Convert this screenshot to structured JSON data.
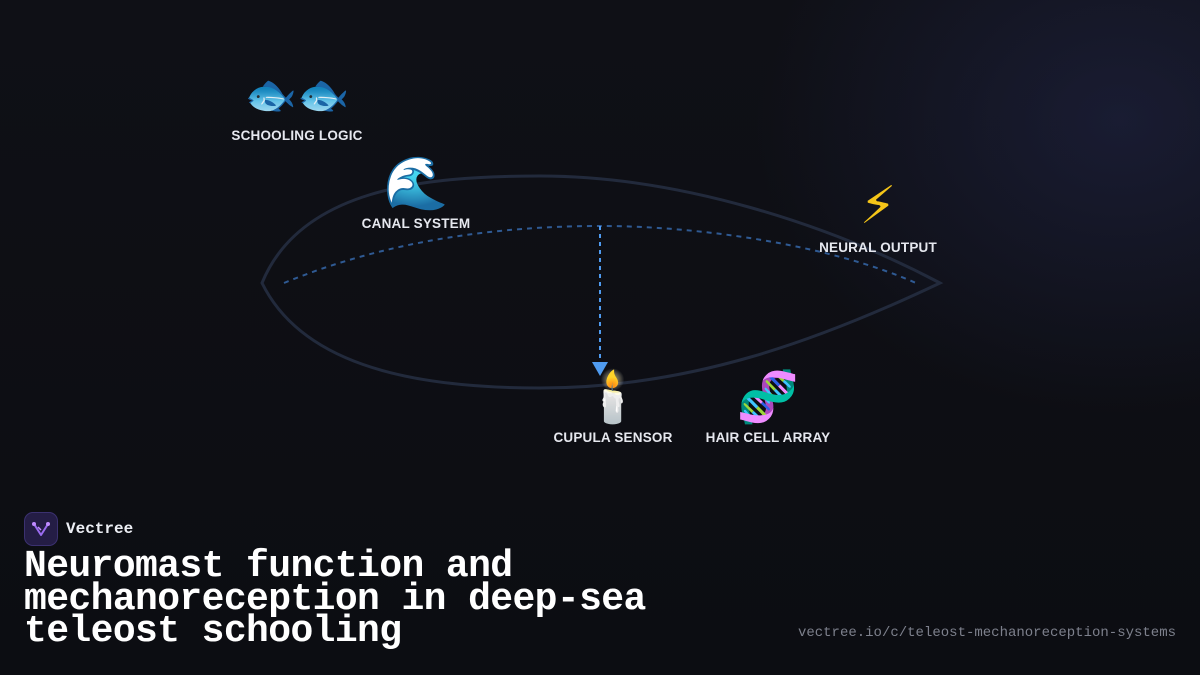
{
  "diagram": {
    "nodes": [
      {
        "id": "schooling-logic",
        "icon": "fish-icon",
        "emoji": "🐟🐟",
        "label": "SCHOOLING LOGIC"
      },
      {
        "id": "canal-system",
        "icon": "wave-icon",
        "emoji": "🌊",
        "label": "CANAL SYSTEM"
      },
      {
        "id": "neural-output",
        "icon": "lightning-icon",
        "emoji": "⚡",
        "label": "NEURAL OUTPUT"
      },
      {
        "id": "cupula-sensor",
        "icon": "candle-icon",
        "emoji": "🕯️",
        "label": "CUPULA SENSOR"
      },
      {
        "id": "hair-cell-array",
        "icon": "dna-icon",
        "emoji": "🧬",
        "label": "HAIR CELL ARRAY"
      }
    ],
    "colors": {
      "outline": "#222a3c",
      "lateral_line": "#2f5a93",
      "arrow": "#4f9bf0"
    }
  },
  "brand": {
    "name": "Vectree",
    "logo_icon": "vectree-logo-icon"
  },
  "title": "Neuromast function and mechanoreception in deep-sea teleost schooling",
  "url": "vectree.io/c/teleost-mechanoreception-systems"
}
